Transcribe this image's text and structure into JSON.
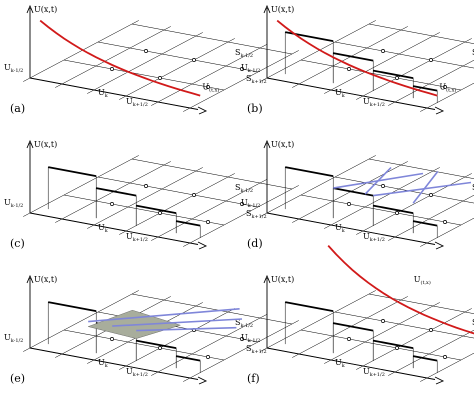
{
  "panels": [
    {
      "id": "a",
      "label": "(a)",
      "curve": true,
      "steps": false,
      "blue": false,
      "gray": false,
      "rays": false,
      "curveOnly": false
    },
    {
      "id": "b",
      "label": "(b)",
      "curve": true,
      "steps": true,
      "blue": false,
      "gray": false,
      "rays": false,
      "curveOnly": false
    },
    {
      "id": "c",
      "label": "(c)",
      "curve": false,
      "steps": true,
      "blue": false,
      "gray": false,
      "rays": false,
      "curveOnly": false
    },
    {
      "id": "d",
      "label": "(d)",
      "curve": false,
      "steps": true,
      "blue": true,
      "gray": false,
      "rays": false,
      "curveOnly": false
    },
    {
      "id": "e",
      "label": "(e)",
      "curve": false,
      "steps": true,
      "blue": false,
      "gray": true,
      "rays": true,
      "curveOnly": false
    },
    {
      "id": "f",
      "label": "(f)",
      "curve": true,
      "steps": true,
      "blue": false,
      "gray": false,
      "rays": false,
      "curveOnly": true
    }
  ],
  "labels": {
    "uaxis": "U(x,t)",
    "u_left": "U",
    "u_left_sub": "k-1/2",
    "u_mid_sub": "k",
    "u_right_sub": "k+1/2",
    "s_left": "S",
    "s_left_sub": "k-1/2",
    "s_right": "S",
    "s_right_sub": "k+1/2",
    "curve_label": "U",
    "curve_label_sub": "(t,x)"
  },
  "colors": {
    "curve": "#d11a1a",
    "blue": "#7f86d9",
    "gray": "#a8ad9c",
    "ink": "#000000"
  }
}
